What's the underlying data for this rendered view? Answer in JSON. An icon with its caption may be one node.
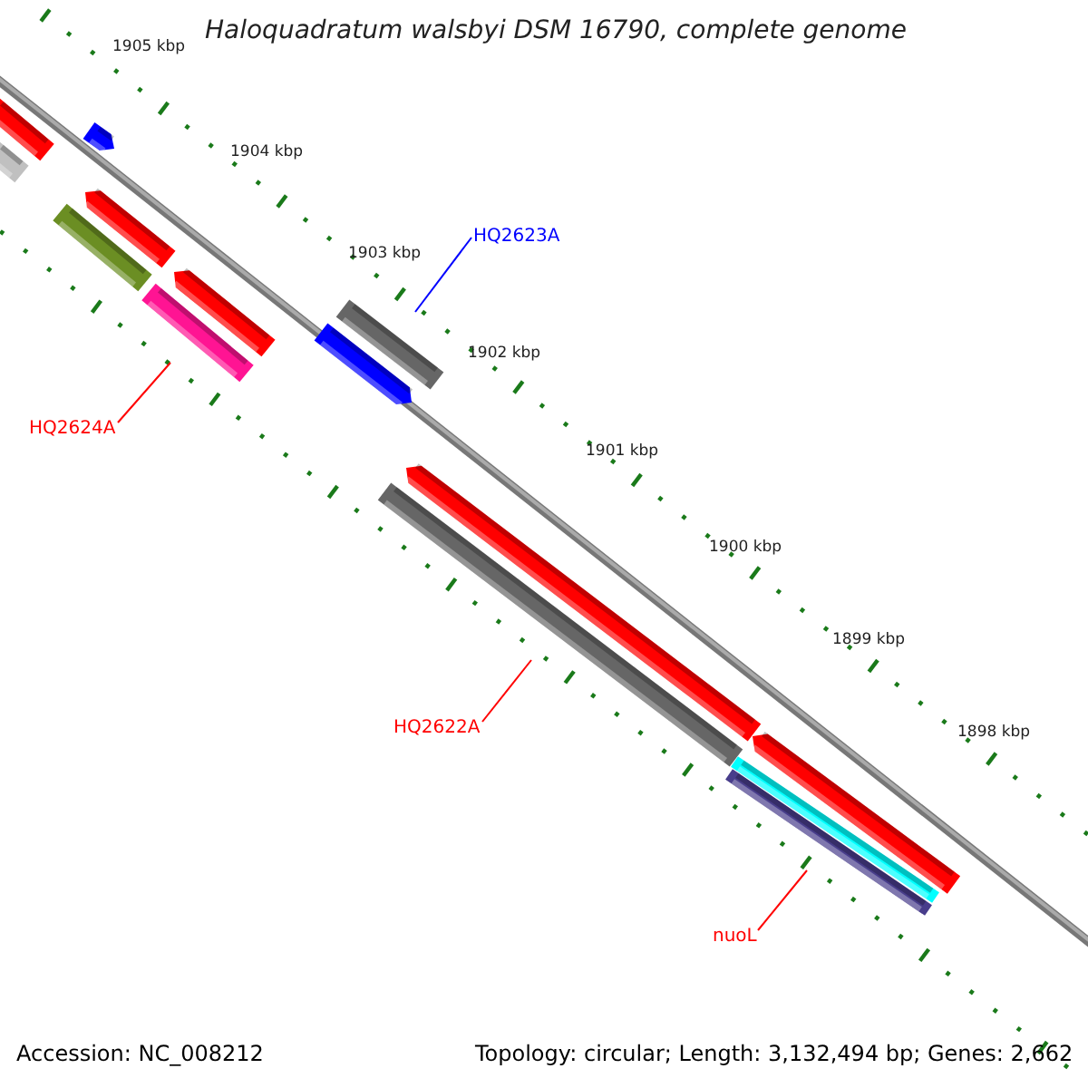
{
  "diagram": {
    "title": "Haloquadratum walsbyi DSM 16790, complete genome",
    "nodes": [
      {
        "text": [
          "HQ2623A"
        ]
      },
      {
        "text": [
          "HQ2624A"
        ]
      },
      {
        "text": [
          "HQ2622A"
        ]
      },
      {
        "text": [
          "nuoL"
        ]
      }
    ],
    "edges": [
      {
        "from": 0,
        "to": null,
        "arrow": "none",
        "color": "#0000ff"
      },
      {
        "from": 1,
        "to": null,
        "arrow": "none"
      },
      {
        "from": 2,
        "to": null,
        "arrow": "none"
      },
      {
        "from": 3,
        "to": null,
        "arrow": "none"
      }
    ],
    "labels": [
      "1905 kbp",
      "1904 kbp",
      "1903 kbp",
      "1902 kbp",
      "1901 kbp",
      "1900 kbp",
      "1899 kbp",
      "1898 kbp",
      "Accession: NC_008212",
      "Topology: circular; Length: 3,132,494 bp; Genes: 2,662"
    ]
  }
}
